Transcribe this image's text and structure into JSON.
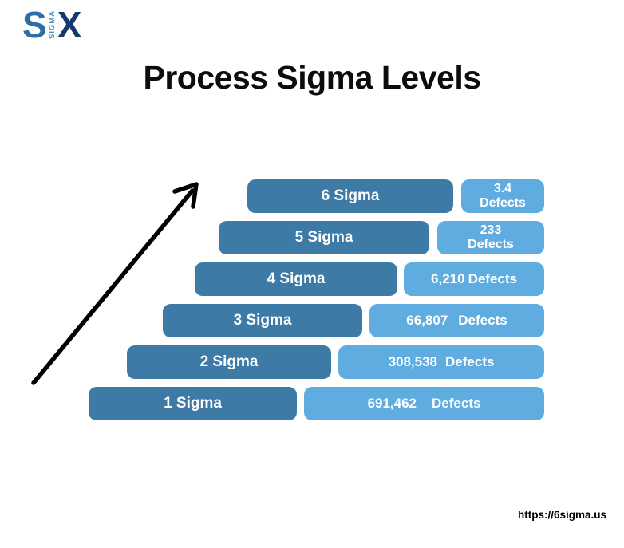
{
  "logo": {
    "s": "S",
    "sigma_vertical": "SIGMA",
    "x": "X"
  },
  "title": "Process Sigma Levels",
  "footer": {
    "url": "https://6sigma.us"
  },
  "colors": {
    "dark_bar": "#3e7aa6",
    "light_bar": "#5fade0",
    "logo_s": "#2e6ea8",
    "logo_sigma": "#4f93c8",
    "logo_x": "#14396b",
    "arrow": "#000000",
    "title_color": "#0c0c0c"
  },
  "chart_data": {
    "type": "bar",
    "title": "Process Sigma Levels",
    "categories": [
      "6 Sigma",
      "5 Sigma",
      "4 Sigma",
      "3 Sigma",
      "2 Sigma",
      "1 Sigma"
    ],
    "values": [
      3.4,
      233,
      6210,
      66807,
      308538,
      691462
    ],
    "unit": "Defects",
    "orientation": "horizontal-staircase",
    "annotation": "upward arrow indicating higher sigma level means fewer defects"
  },
  "rows": [
    {
      "sigma_label": "6 Sigma",
      "defects_value": "3.4",
      "defects_unit": "Defects"
    },
    {
      "sigma_label": "5 Sigma",
      "defects_value": "233",
      "defects_unit": "Defects"
    },
    {
      "sigma_label": "4 Sigma",
      "defects_value": "6,210",
      "defects_unit": "Defects"
    },
    {
      "sigma_label": "3 Sigma",
      "defects_value": "66,807",
      "defects_unit": "Defects"
    },
    {
      "sigma_label": "2 Sigma",
      "defects_value": "308,538",
      "defects_unit": "Defects"
    },
    {
      "sigma_label": "1 Sigma",
      "defects_value": "691,462",
      "defects_unit": "Defects"
    }
  ]
}
